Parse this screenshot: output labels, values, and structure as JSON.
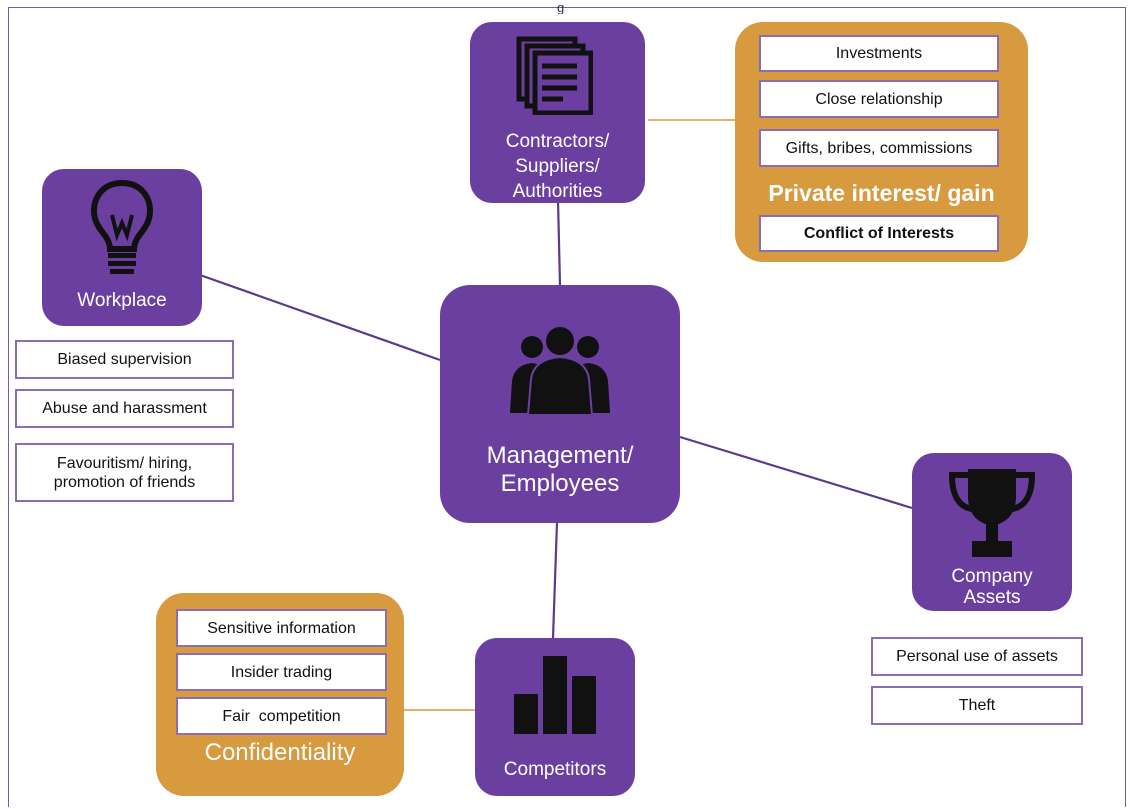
{
  "header": {
    "top_text": "g"
  },
  "nodes": {
    "center": {
      "label_1": "Management/",
      "label_2": "Employees",
      "icon": "people-group-icon"
    },
    "contractors": {
      "label_1": "Contractors/",
      "label_2": "Suppliers/",
      "label_3": "Authorities",
      "icon": "documents-icon"
    },
    "workplace": {
      "label": "Workplace",
      "icon": "lightbulb-icon"
    },
    "assets": {
      "label_1": "Company",
      "label_2": "Assets",
      "icon": "trophy-icon"
    },
    "competitors": {
      "label": "Competitors",
      "icon": "bar-chart-icon"
    }
  },
  "private_interest": {
    "items": [
      "Investments",
      "Close relationship",
      "Gifts, bribes, commissions"
    ],
    "title": "Private interest/ gain",
    "footer": "Conflict of Interests"
  },
  "workplace_issues": {
    "items": [
      "Biased supervision",
      "Abuse and harassment"
    ],
    "item3_line1": "Favouritism/ hiring,",
    "item3_line2": "promotion of friends"
  },
  "assets_issues": {
    "items": [
      "Personal use of assets",
      "Theft"
    ]
  },
  "confidentiality": {
    "items": [
      "Sensitive information",
      "Insider trading",
      "Fair  competition"
    ],
    "title": "Confidentiality"
  },
  "colors": {
    "purple": "#6b3fa0",
    "orange": "#d79a3f",
    "box_border": "#8a6db3"
  }
}
